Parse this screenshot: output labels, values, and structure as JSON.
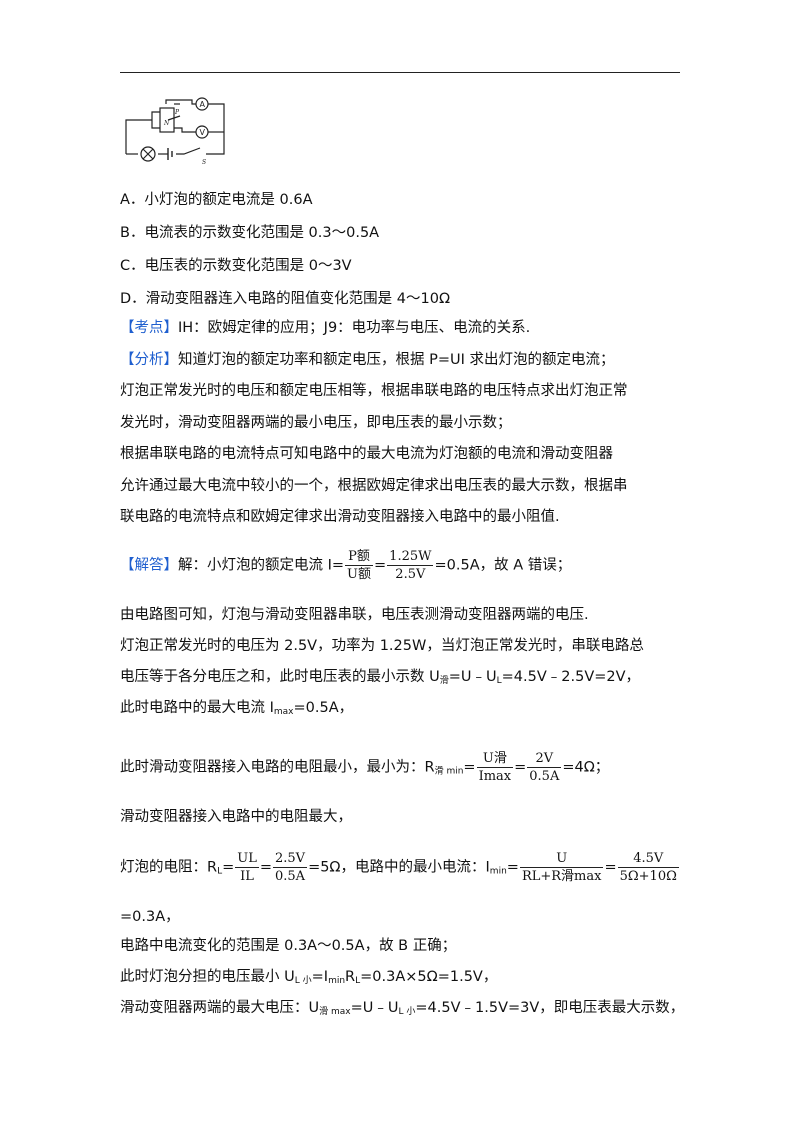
{
  "options": {
    "a": "A．小灯泡的额定电流是 0.6A",
    "b": "B．电流表的示数变化范围是 0.3～0.5A",
    "c": "C．电压表的示数变化范围是 0～3V",
    "d": "D．滑动变阻器连入电路的阻值变化范围是 4～10Ω"
  },
  "circuit_labels": {
    "ammeter": "A",
    "voltmeter": "V",
    "p": "P",
    "n": "N",
    "switch": "S"
  },
  "kaodian": {
    "tag": "【考点】",
    "text": "IH：欧姆定律的应用；J9：电功率与电压、电流的关系."
  },
  "fenxi": {
    "tag": "【分析】",
    "l1": "知道灯泡的额定功率和额定电压，根据 P=UI 求出灯泡的额定电流；",
    "l2": "灯泡正常发光时的电压和额定电压相等，根据串联电路的电压特点求出灯泡正常",
    "l3": "发光时，滑动变阻器两端的最小电压，即电压表的最小示数；",
    "l4": "根据串联电路的电流特点可知电路中的最大电流为灯泡额的电流和滑动变阻器",
    "l5": "允许通过最大电流中较小的一个，根据欧姆定律求出电压表的最大示数，根据串",
    "l6": "联电路的电流特点和欧姆定律求出滑动变阻器接入电路中的最小阻值."
  },
  "jieda": {
    "tag": "【解答】",
    "pre": "解：小灯泡的额定电流 I=",
    "num": "P额",
    "den": "U额",
    "num2": "1.25W",
    "den2": "2.5V",
    "post": "=0.5A，故 A 错误；"
  },
  "body": {
    "l1": "由电路图可知，灯泡与滑动变阻器串联，电压表测滑动变阻器两端的电压.",
    "l2": "灯泡正常发光时的电压为 2.5V，功率为 1.25W，当灯泡正常发光时，串联电路总",
    "l3a": "电压等于各分电压之和，此时电压表的最小示数 U",
    "l3s1": "滑",
    "l3b": "=U﹣U",
    "l3s2": "L",
    "l3c": "=4.5V﹣2.5V=2V，",
    "l4a": "此时电路中的最大电流 I",
    "l4s": "max",
    "l4b": "=0.5A，",
    "l5a": "此时滑动变阻器接入电路的电阻最小，最小为：R",
    "l5s": "滑 min",
    "l5num": "U滑",
    "l5den": "Imax",
    "l5num2": "2V",
    "l5den2": "0.5A",
    "l5b": "=4Ω；",
    "l6": "滑动变阻器接入电路中的电阻最大，",
    "l7a": "灯泡的电阻：R",
    "l7s": "L",
    "l7num": "UL",
    "l7den": "IL",
    "l7num2": "2.5V",
    "l7den2": "0.5A",
    "l7b": "=5Ω，电路中的最小电流：I",
    "l7s2": "min",
    "l7num3": "U",
    "l7den3": "RL+R滑max",
    "l7num4": "4.5V",
    "l7den4": "5Ω+10Ω",
    "l8": "=0.3A，",
    "l9": "电路中电流变化的范围是 0.3A～0.5A，故 B 正确；",
    "l10a": "此时灯泡分担的电压最小 U",
    "l10s": "L 小",
    "l10b": "=I",
    "l10s2": "min",
    "l10c": "R",
    "l10s3": "L",
    "l10d": "=0.3A×5Ω=1.5V，",
    "l11a": "滑动变阻器两端的最大电压：U",
    "l11s": "滑 max",
    "l11b": "=U﹣U",
    "l11s2": "L 小",
    "l11c": "=4.5V﹣1.5V=3V，即电压表最大示数，"
  }
}
